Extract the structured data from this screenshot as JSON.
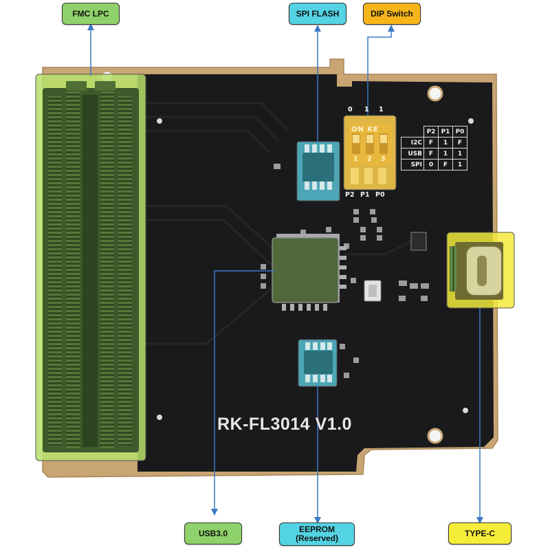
{
  "callouts": [
    {
      "key": "fmc",
      "label": "FMC LPC",
      "color": "#8fd16a"
    },
    {
      "key": "spi",
      "label": "SPI FLASH",
      "color": "#53d3e3"
    },
    {
      "key": "dip",
      "label": "DIP Switch",
      "color": "#f5b51b"
    },
    {
      "key": "usb",
      "label": "USB3.0",
      "color": "#8fd16a"
    },
    {
      "key": "eeprom",
      "label": "EEPROM\n(Reserved)",
      "color": "#53d3e3"
    },
    {
      "key": "typec",
      "label": "TYPE-C",
      "color": "#f6ed3a"
    }
  ],
  "board": {
    "title": "RK-FL3014 V1.0",
    "dip_numbers": [
      "0",
      "1",
      "1"
    ],
    "dip_pins": [
      "P2",
      "P1",
      "P0"
    ],
    "switch_label": "ON KE",
    "switch_numbers": [
      "1",
      "2",
      "3"
    ],
    "mode_table": {
      "headers": [
        "P2",
        "P1",
        "P0"
      ],
      "rows": [
        {
          "mode": "I2C",
          "values": [
            "F",
            "1",
            "F"
          ]
        },
        {
          "mode": "USB",
          "values": [
            "F",
            "1",
            "1"
          ]
        },
        {
          "mode": "SPI",
          "values": [
            "0",
            "F",
            "1"
          ]
        }
      ]
    }
  },
  "colors": {
    "pcb": "#1a1a1c",
    "gold_edge": "#c9a574",
    "fmc_highlight": "#b7e06a",
    "spi_highlight": "#5fd6ea",
    "dip_highlight": "#f4c84b",
    "typec_highlight": "#f2ea3c",
    "connector": "#3c5a2a",
    "leader_line": "#3a78c2"
  }
}
